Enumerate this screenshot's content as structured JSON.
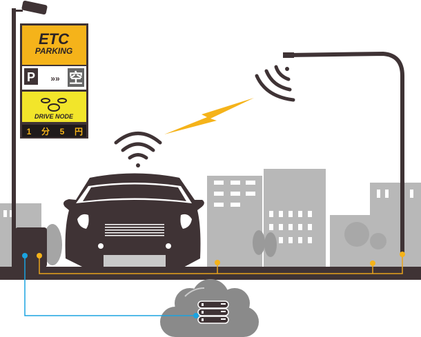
{
  "sign": {
    "title_line1": "ETC",
    "title_line2": "PARKING",
    "parking_letter": "P",
    "vacancy": "空",
    "brand": "DRIVE NODE",
    "price_cells": [
      "1",
      "分",
      "5",
      "円"
    ]
  },
  "colors": {
    "dark": "#3f3335",
    "sign_orange": "#f5b31a",
    "sign_yellow": "#f2e52a",
    "building_gray": "#b5b5b5",
    "cloud_gray": "#8a8a8a",
    "orange_line": "#e8a31c",
    "blue_line": "#1aa3e0"
  }
}
